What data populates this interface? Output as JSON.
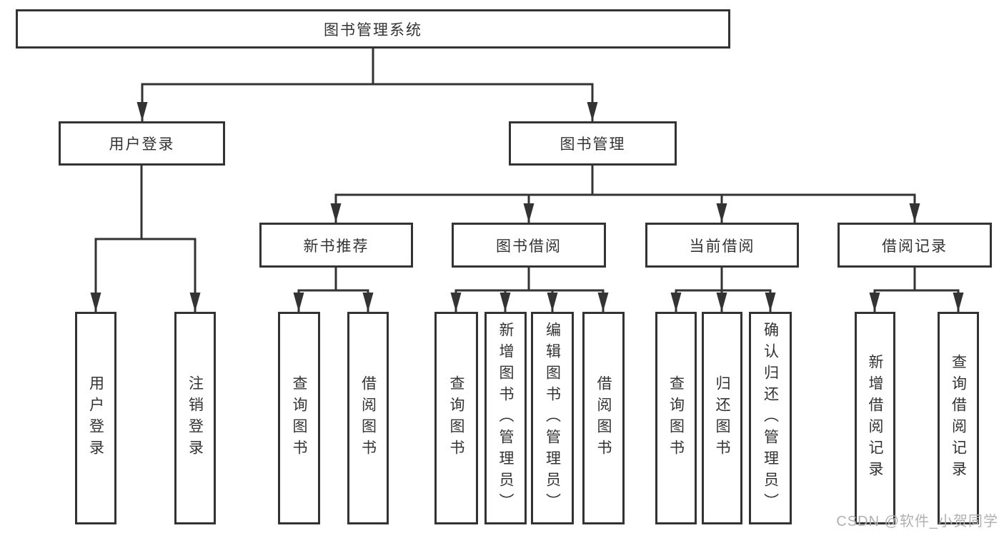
{
  "diagram_type": "hierarchy-tree",
  "tree": {
    "label": "图书管理系统",
    "children": [
      {
        "label": "用户登录",
        "children": [
          {
            "label": "用户登录"
          },
          {
            "label": "注销登录"
          }
        ]
      },
      {
        "label": "图书管理",
        "children": [
          {
            "label": "新书推荐",
            "children": [
              {
                "label": "查询图书"
              },
              {
                "label": "借阅图书"
              }
            ]
          },
          {
            "label": "图书借阅",
            "children": [
              {
                "label": "查询图书"
              },
              {
                "label": "新增图书（管理员）"
              },
              {
                "label": "编辑图书（管理员）"
              },
              {
                "label": "借阅图书"
              }
            ]
          },
          {
            "label": "当前借阅",
            "children": [
              {
                "label": "查询图书"
              },
              {
                "label": "归还图书"
              },
              {
                "label": "确认归还（管理员）"
              }
            ]
          },
          {
            "label": "借阅记录",
            "children": [
              {
                "label": "新增借阅记录"
              },
              {
                "label": "查询借阅记录"
              }
            ]
          }
        ]
      }
    ]
  },
  "watermark": {
    "text": "CSDN @软件_小贺同学"
  },
  "colors": {
    "line": "#333333",
    "box_border": "#333333",
    "text": "#333333",
    "watermark": "#b0b0b0",
    "background": "#ffffff"
  }
}
